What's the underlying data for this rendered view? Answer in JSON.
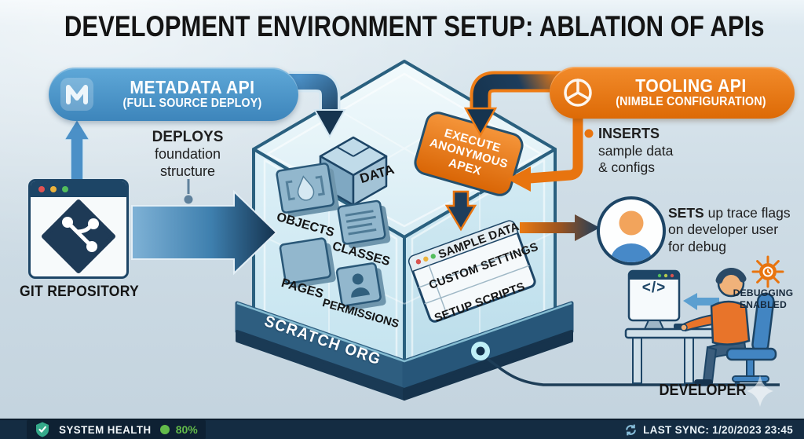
{
  "title": "DEVELOPMENT ENVIRONMENT SETUP: ABLATION OF APIs",
  "badges": {
    "metadata": {
      "label": "METADATA API",
      "sublabel": "(FULL SOURCE DEPLOY)"
    },
    "tooling": {
      "label": "TOOLING API",
      "sublabel": "(NIMBLE CONFIGURATION)"
    }
  },
  "notes": {
    "deploys": {
      "line1": "DEPLOYS",
      "line2": "foundation",
      "line3": "structure"
    },
    "inserts": {
      "line1": "INSERTS",
      "line2": "sample data",
      "line3": "& configs"
    },
    "sets": {
      "bold": "SETS",
      "rest": " up trace flags",
      "line2": "on developer user",
      "line3": "for debug"
    }
  },
  "git": {
    "label": "GIT REPOSITORY"
  },
  "scratch_org": {
    "label": "SCRATCH ORG",
    "items": {
      "data": "DATA",
      "objects": "OBJECTS",
      "classes": "CLASSES",
      "pages": "PAGES",
      "permissions": "PERMISSIONS"
    }
  },
  "execute_box": {
    "line1": "EXECUTE",
    "line2": "ANONYMOUS",
    "line3": "APEX"
  },
  "org_panel": {
    "rows": [
      "SAMPLE DATA",
      "CUSTOM SETTINGS",
      "SETUP SCRIPTS"
    ]
  },
  "developer": {
    "label": "DEVELOPER",
    "badge": {
      "line1": "DEBUGGING",
      "line2": "ENABLED"
    },
    "monitor_glyph": "</>"
  },
  "status_bar": {
    "health_label": "SYSTEM HEALTH",
    "health_value": "80%",
    "sync_text": "LAST SYNC: 1/20/2023 23:45"
  },
  "colors": {
    "metadata_blue": "#4795cb",
    "tooling_orange": "#e8740f",
    "navy": "#1d3d5c",
    "health_green": "#63bb4a"
  }
}
